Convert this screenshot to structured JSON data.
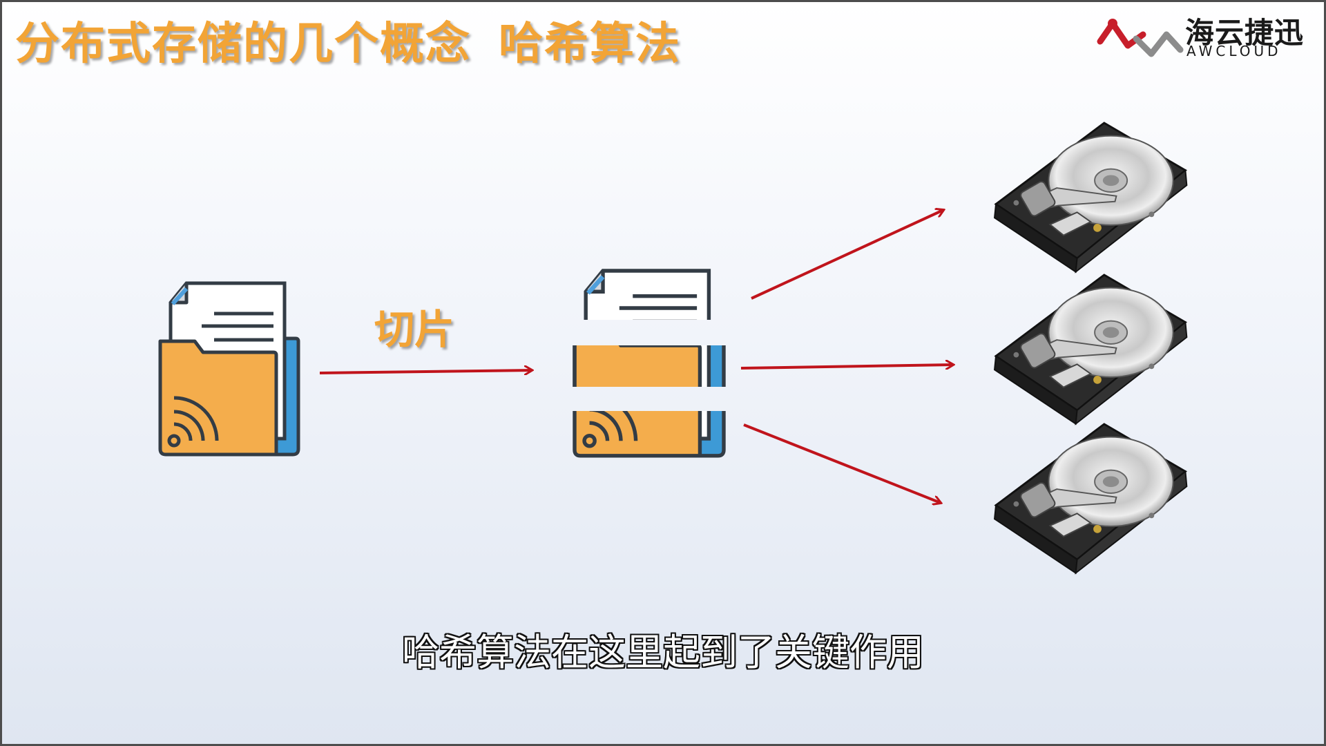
{
  "header": {
    "title_part1": "分布式存储的几个概念",
    "title_part2": "哈希算法"
  },
  "logo": {
    "name_cn": "海云捷迅",
    "name_en": "AWCLOUD"
  },
  "diagram": {
    "slice_label": "切片"
  },
  "caption": {
    "text": "哈希算法在这里起到了关键作用"
  },
  "colors": {
    "title": "#f2a436",
    "arrow": "#c0141c",
    "folder": "#f4ad4c",
    "folder_back": "#3d9ad6",
    "outline": "#333c45"
  },
  "icons": [
    "file-folder-icon",
    "sliced-file-icon",
    "hard-disk-icon",
    "arrow-icon",
    "logo-mark-icon"
  ]
}
